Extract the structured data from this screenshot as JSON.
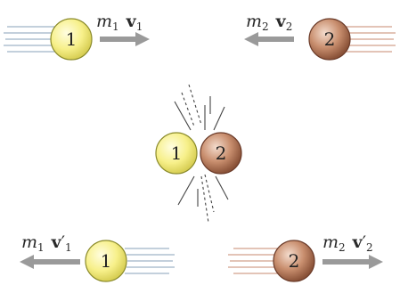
{
  "stages": {
    "before": {
      "ball1": {
        "number": "1"
      },
      "ball2": {
        "number": "2"
      },
      "label1": {
        "m": "m",
        "m_sub": "1",
        "v": "v",
        "v_prime": "",
        "v_sub": "1"
      },
      "label2": {
        "m": "m",
        "m_sub": "2",
        "v": "v",
        "v_prime": "",
        "v_sub": "2"
      }
    },
    "collision": {
      "ball1": {
        "number": "1"
      },
      "ball2": {
        "number": "2"
      }
    },
    "after": {
      "ball1": {
        "number": "1"
      },
      "ball2": {
        "number": "2"
      },
      "label1": {
        "m": "m",
        "m_sub": "1",
        "v": "v",
        "v_prime": "′",
        "v_sub": "1"
      },
      "label2": {
        "m": "m",
        "m_sub": "2",
        "v": "v",
        "v_prime": "′",
        "v_sub": "2"
      }
    }
  },
  "colors": {
    "ball1_fill": "#f7f08a",
    "ball1_stroke": "#8a8a2a",
    "ball2_fill": "#c98f6f",
    "ball2_stroke": "#6a3a28",
    "arrow": "#9a9a9a",
    "motion_lines_1": "#9fb3c8",
    "motion_lines_2": "#d2a08c",
    "impact_lines": "#444444"
  }
}
